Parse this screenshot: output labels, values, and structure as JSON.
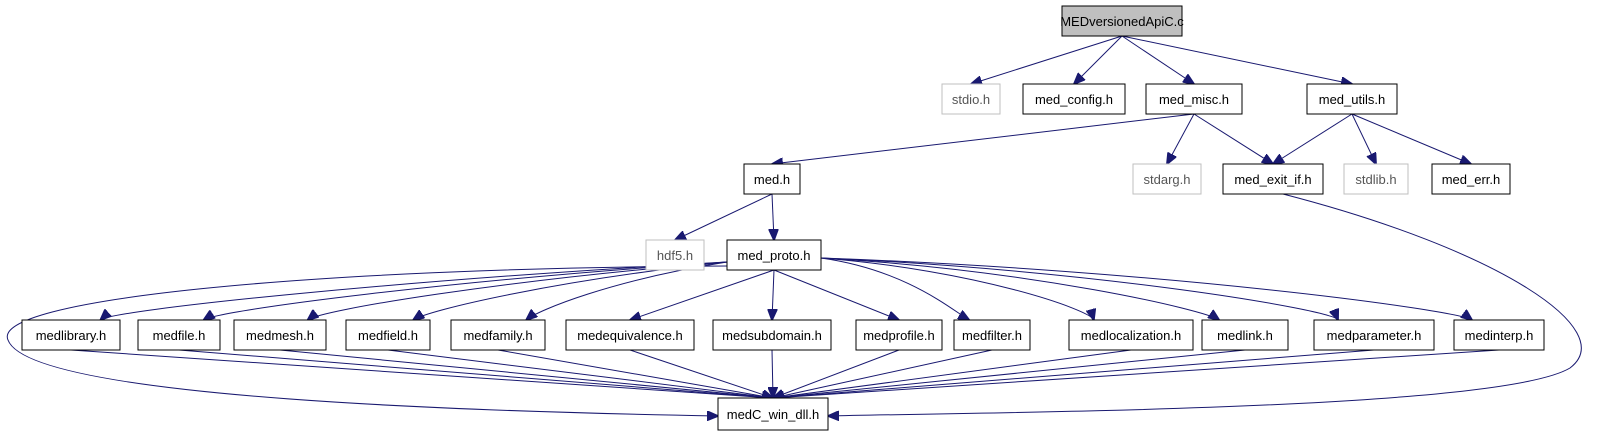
{
  "colors": {
    "edge": "#191970",
    "root_fill": "#bfbfbf",
    "external_border": "#bfbfbf",
    "node_border": "#000000"
  },
  "nodes": [
    {
      "id": "root",
      "label": "MEDversionedApiC.c",
      "kind": "root"
    },
    {
      "id": "stdio",
      "label": "stdio.h",
      "kind": "external"
    },
    {
      "id": "med_config",
      "label": "med_config.h",
      "kind": "local"
    },
    {
      "id": "med_misc",
      "label": "med_misc.h",
      "kind": "local"
    },
    {
      "id": "med_utils",
      "label": "med_utils.h",
      "kind": "local"
    },
    {
      "id": "med",
      "label": "med.h",
      "kind": "local"
    },
    {
      "id": "stdarg",
      "label": "stdarg.h",
      "kind": "external"
    },
    {
      "id": "med_exit_if",
      "label": "med_exit_if.h",
      "kind": "local"
    },
    {
      "id": "stdlib",
      "label": "stdlib.h",
      "kind": "external"
    },
    {
      "id": "med_err",
      "label": "med_err.h",
      "kind": "local"
    },
    {
      "id": "hdf5",
      "label": "hdf5.h",
      "kind": "external"
    },
    {
      "id": "med_proto",
      "label": "med_proto.h",
      "kind": "local"
    },
    {
      "id": "medlibrary",
      "label": "medlibrary.h",
      "kind": "local"
    },
    {
      "id": "medfile",
      "label": "medfile.h",
      "kind": "local"
    },
    {
      "id": "medmesh",
      "label": "medmesh.h",
      "kind": "local"
    },
    {
      "id": "medfield",
      "label": "medfield.h",
      "kind": "local"
    },
    {
      "id": "medfamily",
      "label": "medfamily.h",
      "kind": "local"
    },
    {
      "id": "medequivalence",
      "label": "medequivalence.h",
      "kind": "local"
    },
    {
      "id": "medsubdomain",
      "label": "medsubdomain.h",
      "kind": "local"
    },
    {
      "id": "medprofile",
      "label": "medprofile.h",
      "kind": "local"
    },
    {
      "id": "medfilter",
      "label": "medfilter.h",
      "kind": "local"
    },
    {
      "id": "medlocalization",
      "label": "medlocalization.h",
      "kind": "local"
    },
    {
      "id": "medlink",
      "label": "medlink.h",
      "kind": "local"
    },
    {
      "id": "medparameter",
      "label": "medparameter.h",
      "kind": "local"
    },
    {
      "id": "medinterp",
      "label": "medinterp.h",
      "kind": "local"
    },
    {
      "id": "medC_win_dll",
      "label": "medC_win_dll.h",
      "kind": "local"
    }
  ],
  "edges": [
    [
      "root",
      "stdio"
    ],
    [
      "root",
      "med_config"
    ],
    [
      "root",
      "med_misc"
    ],
    [
      "root",
      "med_utils"
    ],
    [
      "med_misc",
      "med"
    ],
    [
      "med_misc",
      "stdarg"
    ],
    [
      "med_misc",
      "med_exit_if"
    ],
    [
      "med_utils",
      "med_exit_if"
    ],
    [
      "med_utils",
      "stdlib"
    ],
    [
      "med_utils",
      "med_err"
    ],
    [
      "med",
      "hdf5"
    ],
    [
      "med",
      "med_proto"
    ],
    [
      "med_exit_if",
      "medC_win_dll"
    ],
    [
      "med_proto",
      "medlibrary"
    ],
    [
      "med_proto",
      "medfile"
    ],
    [
      "med_proto",
      "medmesh"
    ],
    [
      "med_proto",
      "medfield"
    ],
    [
      "med_proto",
      "medfamily"
    ],
    [
      "med_proto",
      "medequivalence"
    ],
    [
      "med_proto",
      "medsubdomain"
    ],
    [
      "med_proto",
      "medprofile"
    ],
    [
      "med_proto",
      "medfilter"
    ],
    [
      "med_proto",
      "medlocalization"
    ],
    [
      "med_proto",
      "medlink"
    ],
    [
      "med_proto",
      "medparameter"
    ],
    [
      "med_proto",
      "medinterp"
    ],
    [
      "med_proto",
      "medC_win_dll"
    ],
    [
      "medlibrary",
      "medC_win_dll"
    ],
    [
      "medfile",
      "medC_win_dll"
    ],
    [
      "medmesh",
      "medC_win_dll"
    ],
    [
      "medfield",
      "medC_win_dll"
    ],
    [
      "medfamily",
      "medC_win_dll"
    ],
    [
      "medequivalence",
      "medC_win_dll"
    ],
    [
      "medsubdomain",
      "medC_win_dll"
    ],
    [
      "medprofile",
      "medC_win_dll"
    ],
    [
      "medfilter",
      "medC_win_dll"
    ],
    [
      "medlocalization",
      "medC_win_dll"
    ],
    [
      "medlink",
      "medC_win_dll"
    ],
    [
      "medparameter",
      "medC_win_dll"
    ],
    [
      "medinterp",
      "medC_win_dll"
    ]
  ]
}
